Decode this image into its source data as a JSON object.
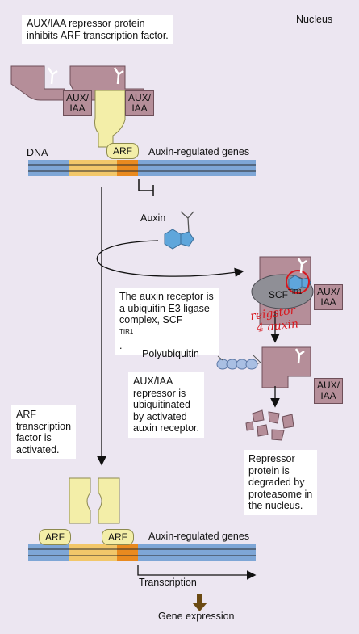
{
  "nucleus_label": "Nucleus",
  "repressor_caption": [
    "AUX/IAA repressor protein",
    "inhibits ARF transcription factor."
  ],
  "aux_iaa_label": [
    "AUX/",
    "IAA"
  ],
  "arf_label": "ARF",
  "dna_label": "DNA",
  "genes_label": "Auxin-regulated genes",
  "auxin_label": "Auxin",
  "scf_label": "SCF",
  "scf_superscript": "TIR1",
  "receptor_caption": [
    "The auxin receptor is",
    "a ubiquitin E3 ligase",
    "complex, SCF"
  ],
  "receptor_caption_superscript": "TIR1",
  "receptor_caption_end": ".",
  "handwritten_note": [
    "reigstor",
    "4 auxin"
  ],
  "polyubiquitin_label": "Polyubiquitin",
  "ubiquitinated_caption": [
    "AUX/IAA",
    "repressor is",
    "ubiquitinated",
    "by activated",
    "auxin receptor."
  ],
  "arf_activated_caption": [
    "ARF",
    "transcription",
    "factor is",
    "activated."
  ],
  "degraded_caption": [
    "Repressor",
    "protein is",
    "degraded by",
    "proteasome in",
    "the nucleus."
  ],
  "transcription_label": "Transcription",
  "gene_expression_label": "Gene expression",
  "colors": {
    "background": "#ece6f1",
    "repressor": "#b58e99",
    "arf": "#f3eea8",
    "dna_blue": "#7ea6d6",
    "dna_yellow": "#f2c76a",
    "dna_orange": "#e98a1f",
    "auxin": "#5fa6db",
    "ubiquitin": "#a9bfe3",
    "annotation_red": "#d7181f"
  }
}
